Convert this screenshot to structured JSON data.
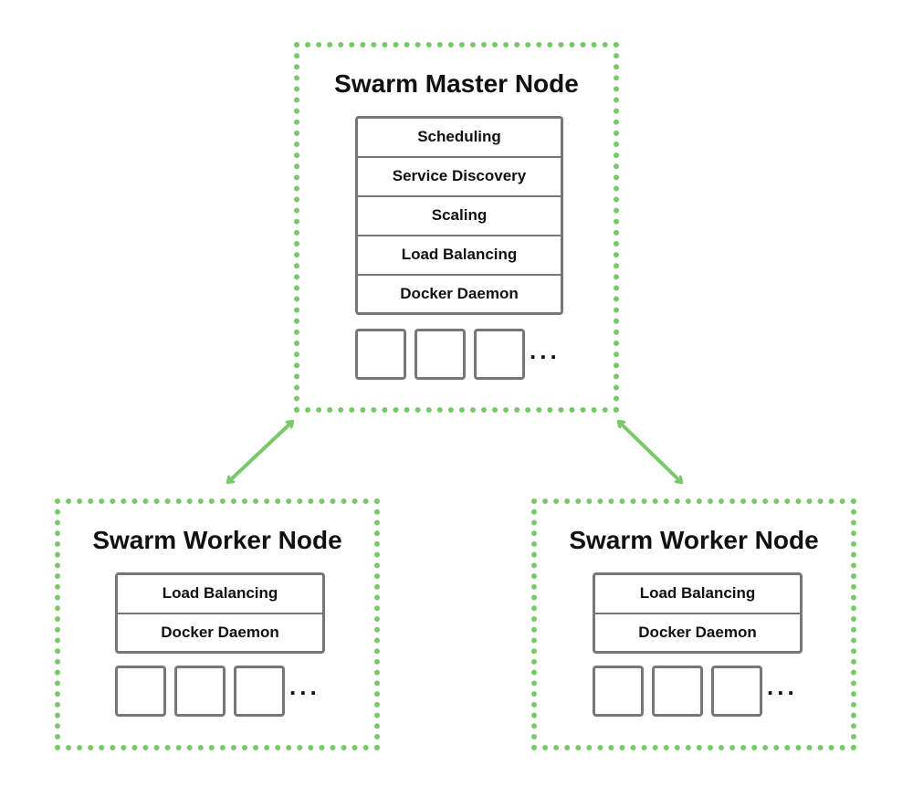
{
  "colors": {
    "node_border": "#79c96a",
    "arrow": "#79c96a",
    "box_border": "#777777",
    "text": "#111111"
  },
  "master": {
    "title": "Swarm Master Node",
    "services": [
      "Scheduling",
      "Service Discovery",
      "Scaling",
      "Load Balancing",
      "Docker Daemon"
    ],
    "container_count": 3,
    "more": "..."
  },
  "workers": [
    {
      "title": "Swarm Worker Node",
      "services": [
        "Load Balancing",
        "Docker Daemon"
      ],
      "container_count": 3,
      "more": "..."
    },
    {
      "title": "Swarm Worker Node",
      "services": [
        "Load Balancing",
        "Docker Daemon"
      ],
      "container_count": 3,
      "more": "..."
    }
  ]
}
